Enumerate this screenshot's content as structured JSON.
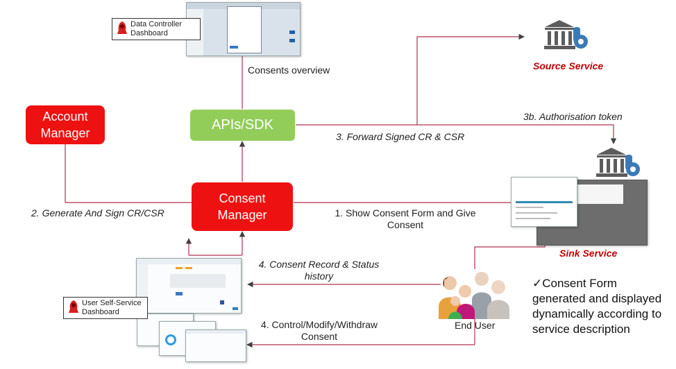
{
  "nodes": {
    "account_manager": "Account Manager",
    "apis_sdk": "APIs/SDK",
    "consent_manager": "Consent Manager",
    "source_service": "Source Service",
    "sink_service": "Sink Service",
    "end_user": "End User"
  },
  "dashboards": {
    "data_controller": "Data Controller Dashboard",
    "user_self_service": "User Self-Service Dashboard"
  },
  "edges": {
    "consents_overview": "Consents overview",
    "generate_sign": "2. Generate And Sign CR/CSR",
    "forward_signed": "3. Forward  Signed CR & CSR",
    "auth_token": "3b. Authorisation token",
    "show_consent_form": "1. Show Consent Form and Give Consent",
    "consent_record_history": "4. Consent Record & Status history",
    "control_modify": "4. Control/Modify/Withdraw Consent"
  },
  "note": "✓Consent Form generated and displayed dynamically according to service description",
  "colors": {
    "accent_red": "#ee1111",
    "api_green": "#92cd5a",
    "service_label": "#c00000",
    "connector": "#b03050",
    "arrow": "#404040"
  }
}
